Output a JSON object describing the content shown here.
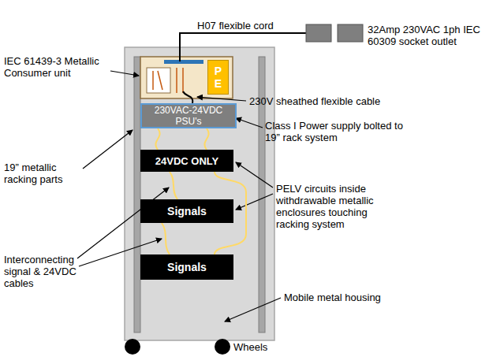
{
  "diagram": {
    "nodes": [
      {
        "text": [
          "P E"
        ]
      },
      {
        "text": [
          "230VAC-24VDC PSU's"
        ]
      },
      {
        "text": [
          "24VDC ONLY"
        ]
      },
      {
        "text": [
          "Signals"
        ]
      },
      {
        "text": [
          "Signals"
        ]
      }
    ],
    "edges": [
      {
        "from": 1,
        "to": 2,
        "arrow": "none"
      },
      {
        "from": 1,
        "to": 2,
        "arrow": "none"
      },
      {
        "from": 2,
        "to": 3,
        "arrow": "none"
      },
      {
        "from": 2,
        "to": 4,
        "arrow": "none"
      },
      {
        "from": 3,
        "to": 4,
        "arrow": "none"
      }
    ],
    "labels": [
      "H07 flexible cord",
      "32Amp 230VAC 1ph IEC 60309 socket outlet",
      "IEC 61439-3 Metallic Consumer unit",
      "230V sheathed flexible cable",
      "Class I Power supply bolted to 19” rack system",
      "19” metallic racking parts",
      "PELV circuits inside withdrawable metallic enclosures touching racking system",
      "Interconnecting signal & 24VDC cables",
      "Mobile metal housing",
      "Wheels"
    ]
  }
}
